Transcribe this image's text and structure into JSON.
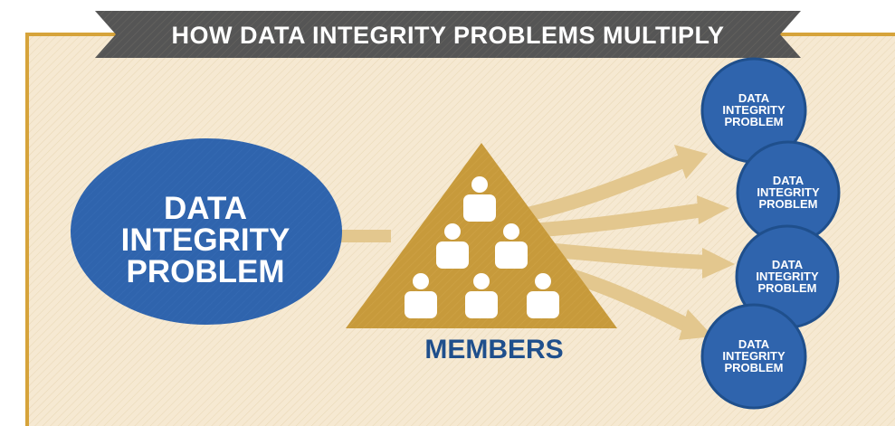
{
  "banner": {
    "title": "HOW DATA INTEGRITY PROBLEMS MULTIPLY"
  },
  "source_problem": {
    "lines": [
      "DATA",
      "INTEGRITY",
      "PROBLEM"
    ]
  },
  "members": {
    "label": "MEMBERS",
    "person_count": 6
  },
  "outcomes": [
    {
      "lines": [
        "DATA",
        "INTEGRITY",
        "PROBLEM"
      ]
    },
    {
      "lines": [
        "DATA",
        "INTEGRITY",
        "PROBLEM"
      ]
    },
    {
      "lines": [
        "DATA",
        "INTEGRITY",
        "PROBLEM"
      ]
    },
    {
      "lines": [
        "DATA",
        "INTEGRITY",
        "PROBLEM"
      ]
    }
  ],
  "colors": {
    "background": "#f6e9d2",
    "border": "#d6a33a",
    "banner": "#555555",
    "blue": "#2f64ad",
    "gold": "#c79a3b",
    "arrow": "#e3c78e",
    "members_text": "#1f4f8c"
  }
}
